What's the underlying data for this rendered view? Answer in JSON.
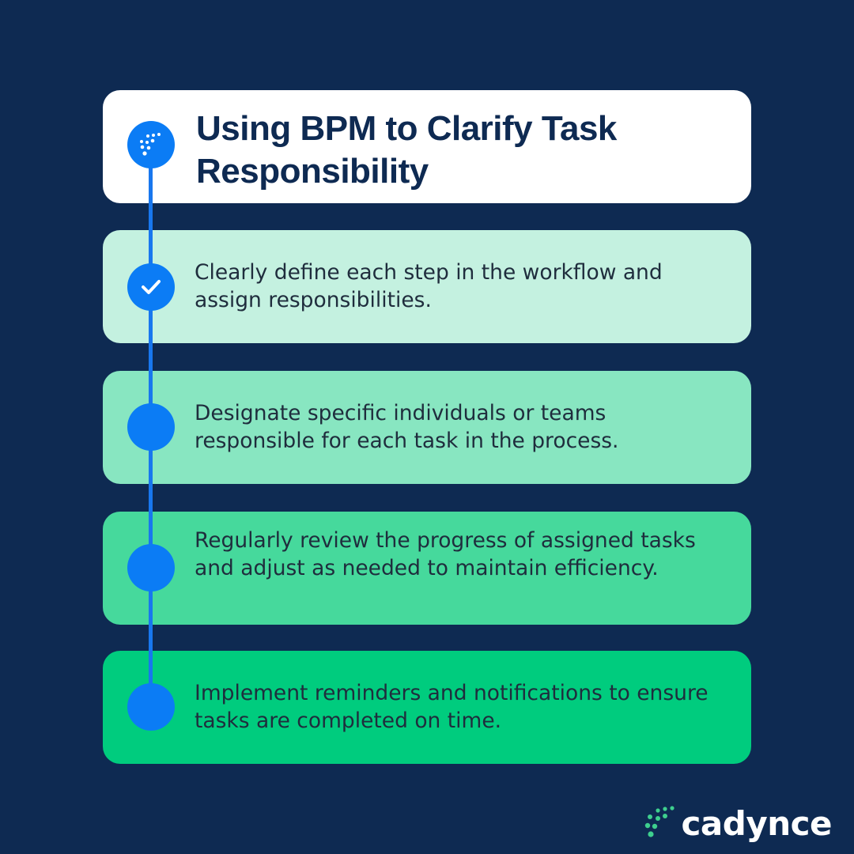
{
  "title": "Using BPM to Clarify Task Responsibility",
  "steps": [
    {
      "text": "Clearly define each step in the workflow and assign responsibilities.",
      "icon": "check-icon"
    },
    {
      "text": "Designate specific individuals or teams responsible for each task in the process.",
      "icon": "dot"
    },
    {
      "text": "Regularly review the progress of assigned tasks and adjust as needed to maintain efficiency.",
      "icon": "dot"
    },
    {
      "text": "Implement reminders and notifications to ensure tasks are completed on time.",
      "icon": "dot"
    }
  ],
  "brand": {
    "name": "cadynce",
    "logo_icon": "cadynce-dots-logo"
  },
  "colors": {
    "background": "#0e2a52",
    "accent_blue": "#0b7cf5",
    "card_greens": [
      "#c4f1e0",
      "#88e6c1",
      "#46d99c",
      "#00cc7e"
    ],
    "brand_green": "#3ecf8e"
  }
}
